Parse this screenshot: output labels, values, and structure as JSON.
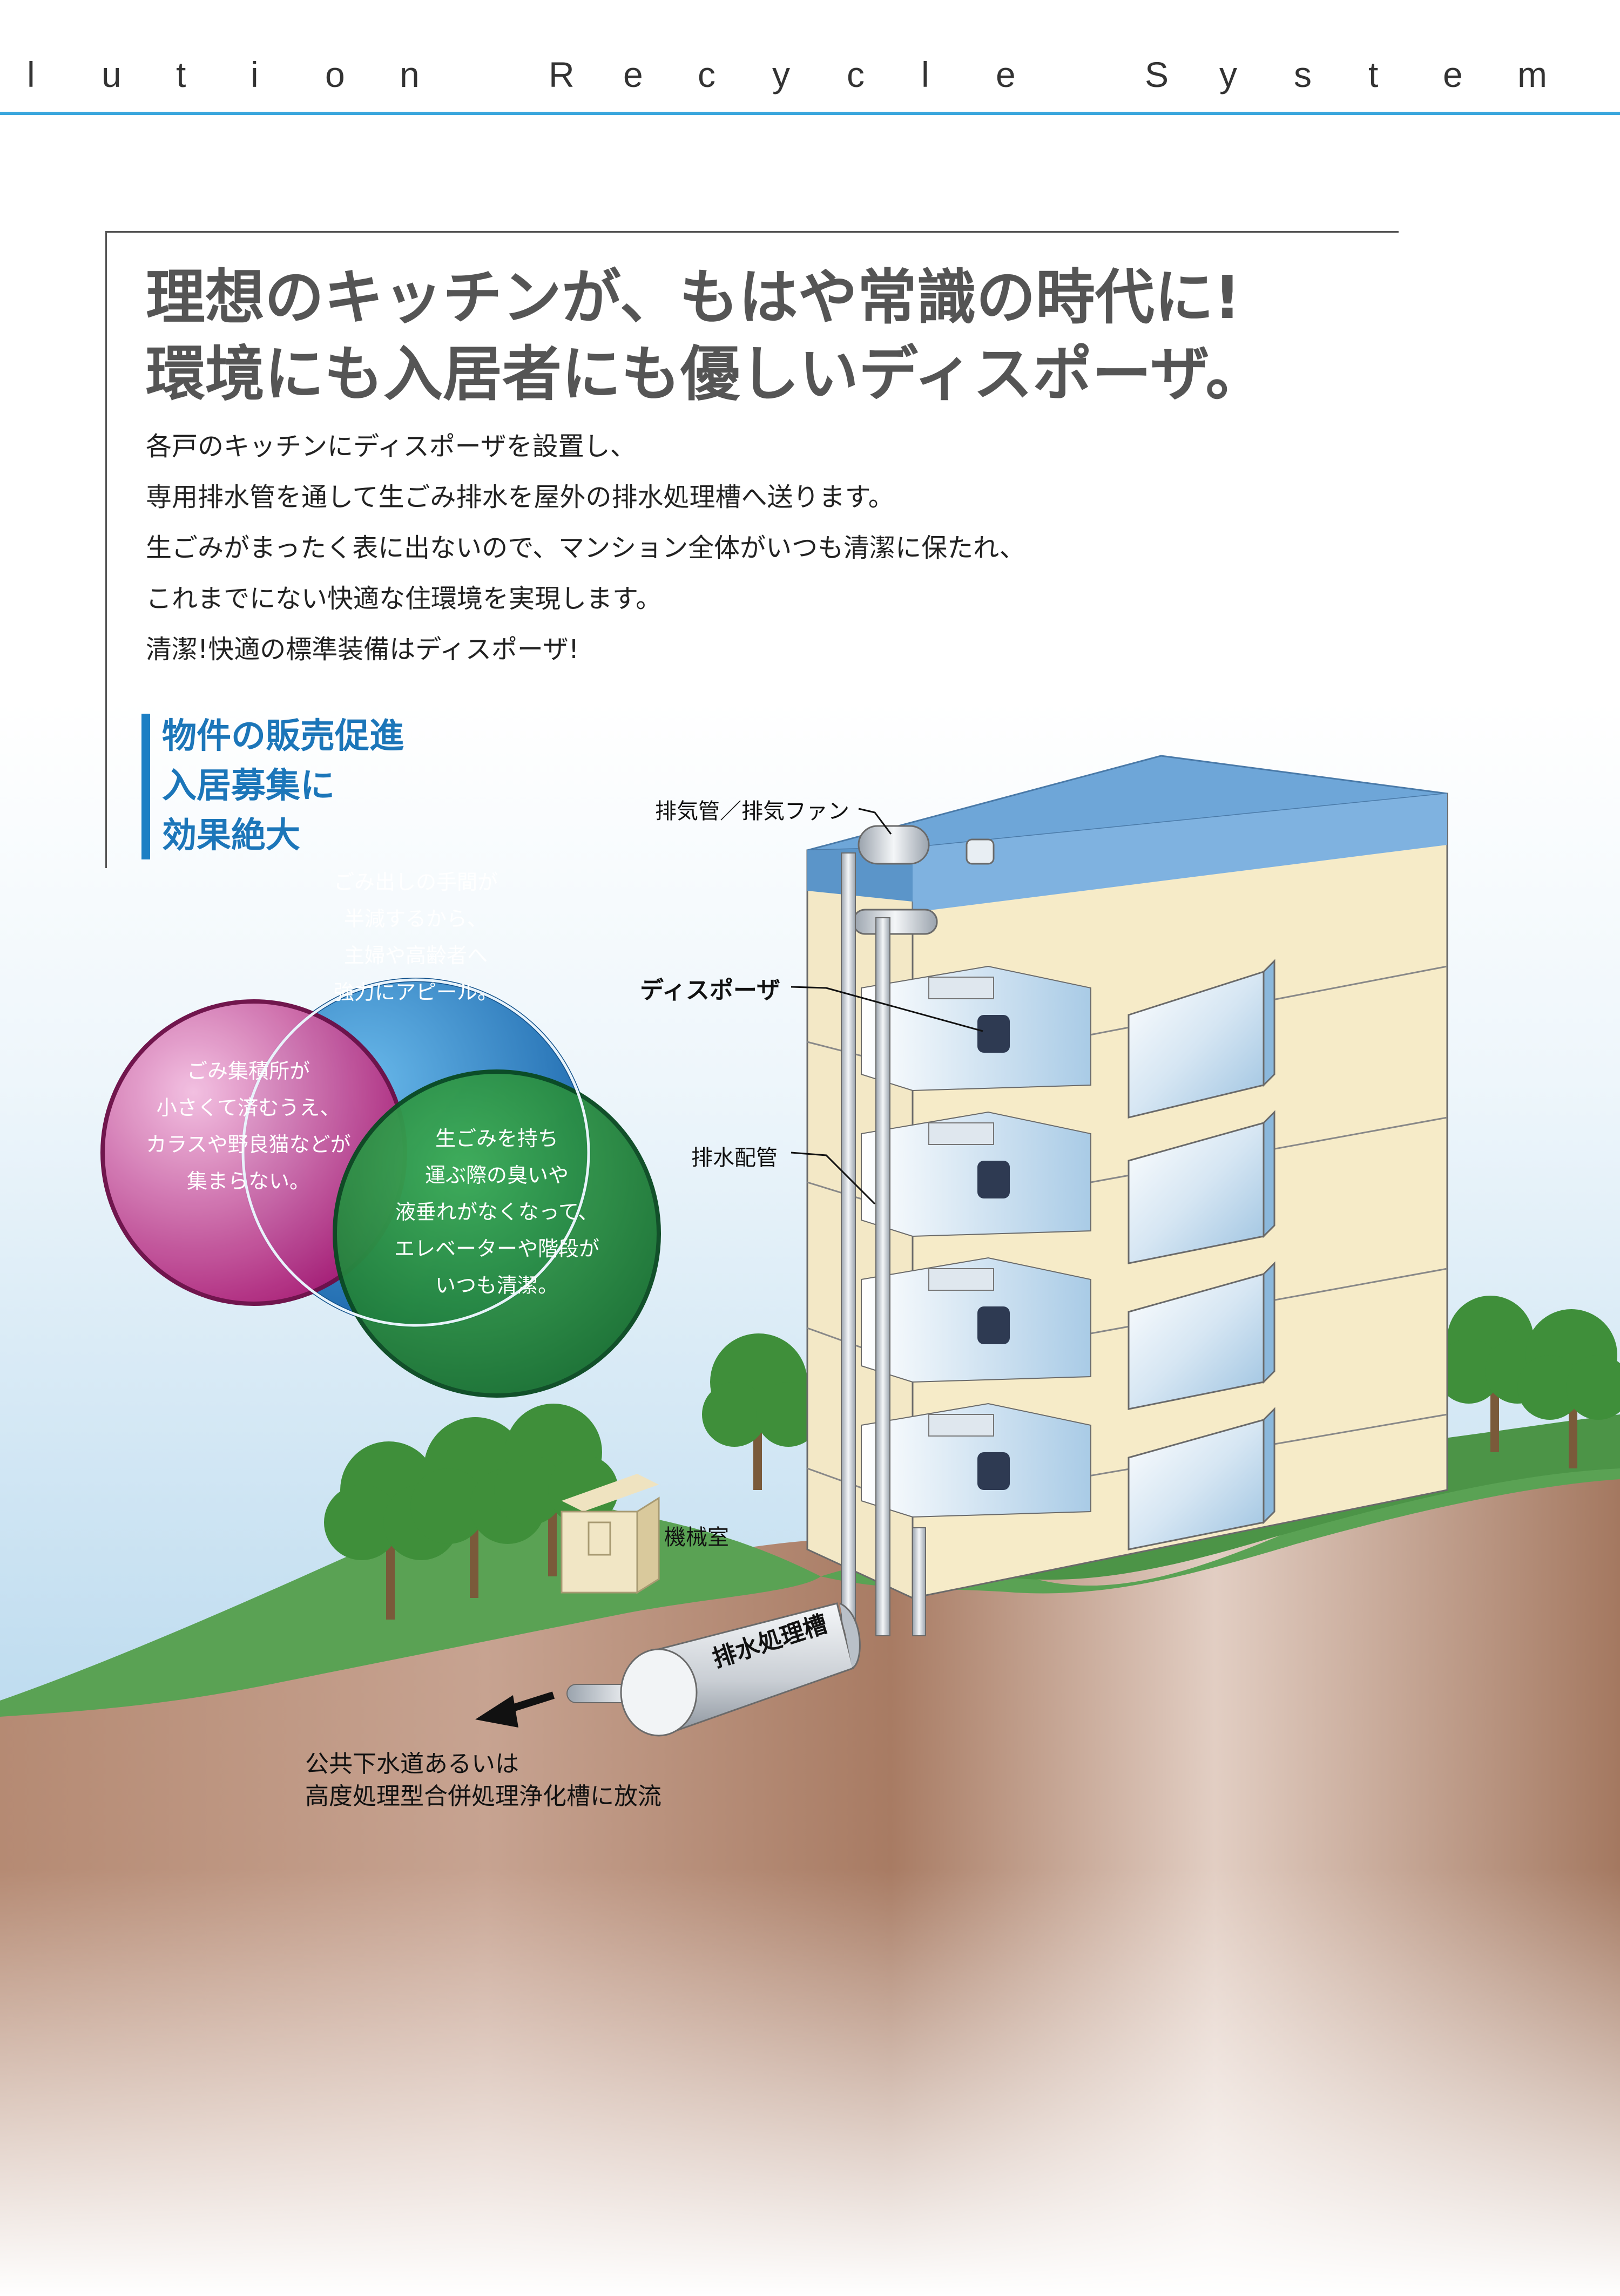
{
  "header": {
    "title_letters": [
      "l",
      "u",
      "t",
      "i",
      "o",
      "n",
      " ",
      "R",
      "e",
      "c",
      "y",
      "c",
      "l",
      "e",
      " ",
      "S",
      "y",
      "s",
      "t",
      "e",
      "m"
    ],
    "accent_color": "#3aa6dd"
  },
  "headline": {
    "line1": "理想のキッチンが、もはや常識の時代に!",
    "line2": "環境にも入居者にも優しいディスポーザ。"
  },
  "body": [
    "各戸のキッチンにディスポーザを設置し、",
    "専用排水管を通して生ごみ排水を屋外の排水処理槽へ送ります。",
    "生ごみがまったく表に出ないので、マンション全体がいつも清潔に保たれ、",
    "これまでにない快適な住環境を実現します。",
    "清潔!快適の標準装備はディスポーザ!"
  ],
  "promo": {
    "lines": [
      "物件の販売促進",
      "入居募集に",
      "効果絶大"
    ],
    "color": "#1c76b9"
  },
  "circles": {
    "blue": {
      "lines": [
        "ごみ出しの手間が",
        "半減するから、",
        "主婦や高齢者へ",
        "強力にアピール。"
      ],
      "color": "#1f7cc6"
    },
    "magenta": {
      "lines": [
        "ごみ集積所が",
        "小さくて済むうえ、",
        "カラスや野良猫などが",
        "集まらない。"
      ],
      "color": "#b0237e"
    },
    "green": {
      "lines": [
        "生ごみを持ち",
        "運ぶ際の臭いや",
        "液垂れがなくなって、",
        "エレベーターや階段が",
        "いつも清潔。"
      ],
      "color": "#1e8a3c"
    }
  },
  "diagram_labels": {
    "exhaust": "排気管／排気ファン",
    "disposer": "ディスポーザ",
    "drain_pipe": "排水配管",
    "machine_room": "機械室",
    "treatment_tank": "排水処理槽",
    "discharge_line1": "公共下水道あるいは",
    "discharge_line2": "高度処理型合併処理浄化槽に放流"
  }
}
